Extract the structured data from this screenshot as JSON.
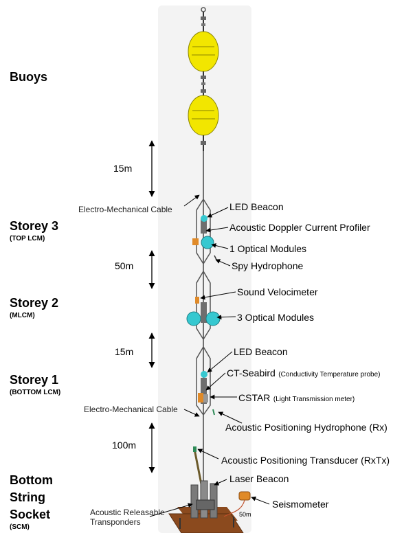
{
  "sections": {
    "buoys": "Buoys",
    "storey3": {
      "title": "Storey 3",
      "sub": "(TOP LCM)"
    },
    "storey2": {
      "title": "Storey 2",
      "sub": "(MLCM)"
    },
    "storey1": {
      "title": "Storey 1",
      "sub": "(BOTTOM LCM)"
    },
    "bottom": {
      "line1": "Bottom",
      "line2": "String",
      "line3": "Socket",
      "sub": "(SCM)"
    }
  },
  "distances": {
    "d1": "15m",
    "d2": "50m",
    "d3": "15m",
    "d4": "100m",
    "seismo": "50m"
  },
  "labels": {
    "emc_top": "Electro-Mechanical Cable",
    "led3": "LED Beacon",
    "adcp": "Acoustic Doppler Current Profiler",
    "om3": "1 Optical Modules",
    "spy": "Spy Hydrophone",
    "svm": "Sound Velocimeter",
    "om2": "3 Optical Modules",
    "led1": "LED Beacon",
    "ct_main": "CT-Seabird",
    "ct_detail": "(Conductivity Temperature probe)",
    "cstar_main": "CSTAR",
    "cstar_detail": "(Light Transmission meter)",
    "emc_bottom": "Electro-Mechanical Cable",
    "aph": "Acoustic Positioning Hydrophone (Rx)",
    "apt": "Acoustic Positioning Transducer (RxTx)",
    "laser": "Laser Beacon",
    "seismometer": "Seismometer",
    "release_1": "Acoustic Releasable",
    "release_2": "Transponders"
  },
  "colors": {
    "buoy": "#f2e600",
    "optical_module": "#36c8d0",
    "sensor": "#e08a28",
    "base": "#8b4a1e",
    "panel": "#f3f3f3"
  }
}
